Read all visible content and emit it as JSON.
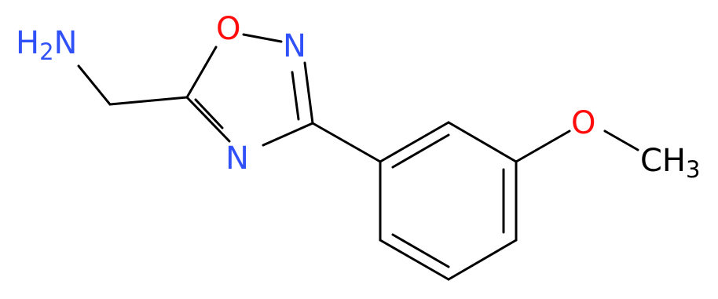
{
  "molecule": {
    "atoms": {
      "amine": {
        "symbol": "H",
        "subscript": "2",
        "suffix": "N"
      },
      "ring_oxygen": {
        "symbol": "O"
      },
      "ring_n2": {
        "symbol": "N"
      },
      "ring_n4": {
        "symbol": "N"
      },
      "methoxy_oxygen": {
        "symbol": "O"
      },
      "methyl": {
        "symbol": "CH",
        "subscript": "3"
      }
    },
    "colors": {
      "nitrogen": "#3050F8",
      "oxygen": "#FF0D0D",
      "carbon": "#000000",
      "bond": "#000000"
    }
  }
}
